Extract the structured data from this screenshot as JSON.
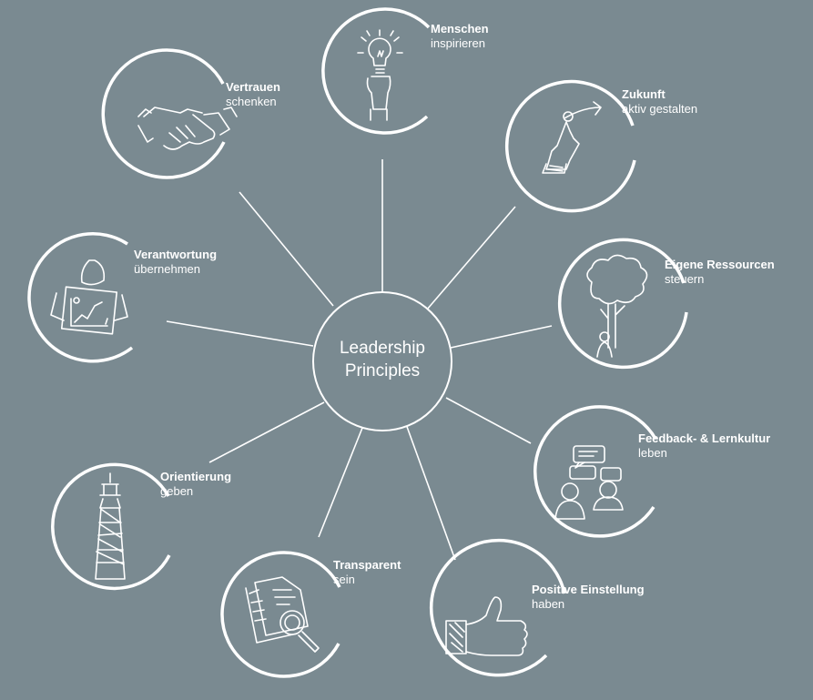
{
  "center": {
    "line1": "Leadership",
    "line2": "Principles"
  },
  "principles": [
    {
      "id": "menschen",
      "title": "Menschen",
      "subtitle": "inspirieren",
      "icon": "lightbulb-hand-icon"
    },
    {
      "id": "zukunft",
      "title": "Zukunft",
      "subtitle": "aktiv gestalten",
      "icon": "pointing-hand-arrow-icon"
    },
    {
      "id": "eigene-ressourcen",
      "title": "Eigene Ressourcen",
      "subtitle": "steuern",
      "icon": "tree-person-icon"
    },
    {
      "id": "feedback",
      "title": "Feedback- & Lernkultur",
      "subtitle": "leben",
      "icon": "speech-bubbles-people-icon"
    },
    {
      "id": "positive-einstellung",
      "title": "Positive Einstellung",
      "subtitle": "haben",
      "icon": "thumbs-up-icon"
    },
    {
      "id": "transparent",
      "title": "Transparent",
      "subtitle": "sein",
      "icon": "document-magnifier-icon"
    },
    {
      "id": "orientierung",
      "title": "Orientierung",
      "subtitle": "geben",
      "icon": "lighthouse-icon"
    },
    {
      "id": "verantwortung",
      "title": "Verantwortung",
      "subtitle": "übernehmen",
      "icon": "person-chart-icon"
    },
    {
      "id": "vertrauen",
      "title": "Vertrauen",
      "subtitle": "schenken",
      "icon": "handshake-icon"
    }
  ],
  "colors": {
    "background": "#7a8a91",
    "line": "#ffffff"
  }
}
